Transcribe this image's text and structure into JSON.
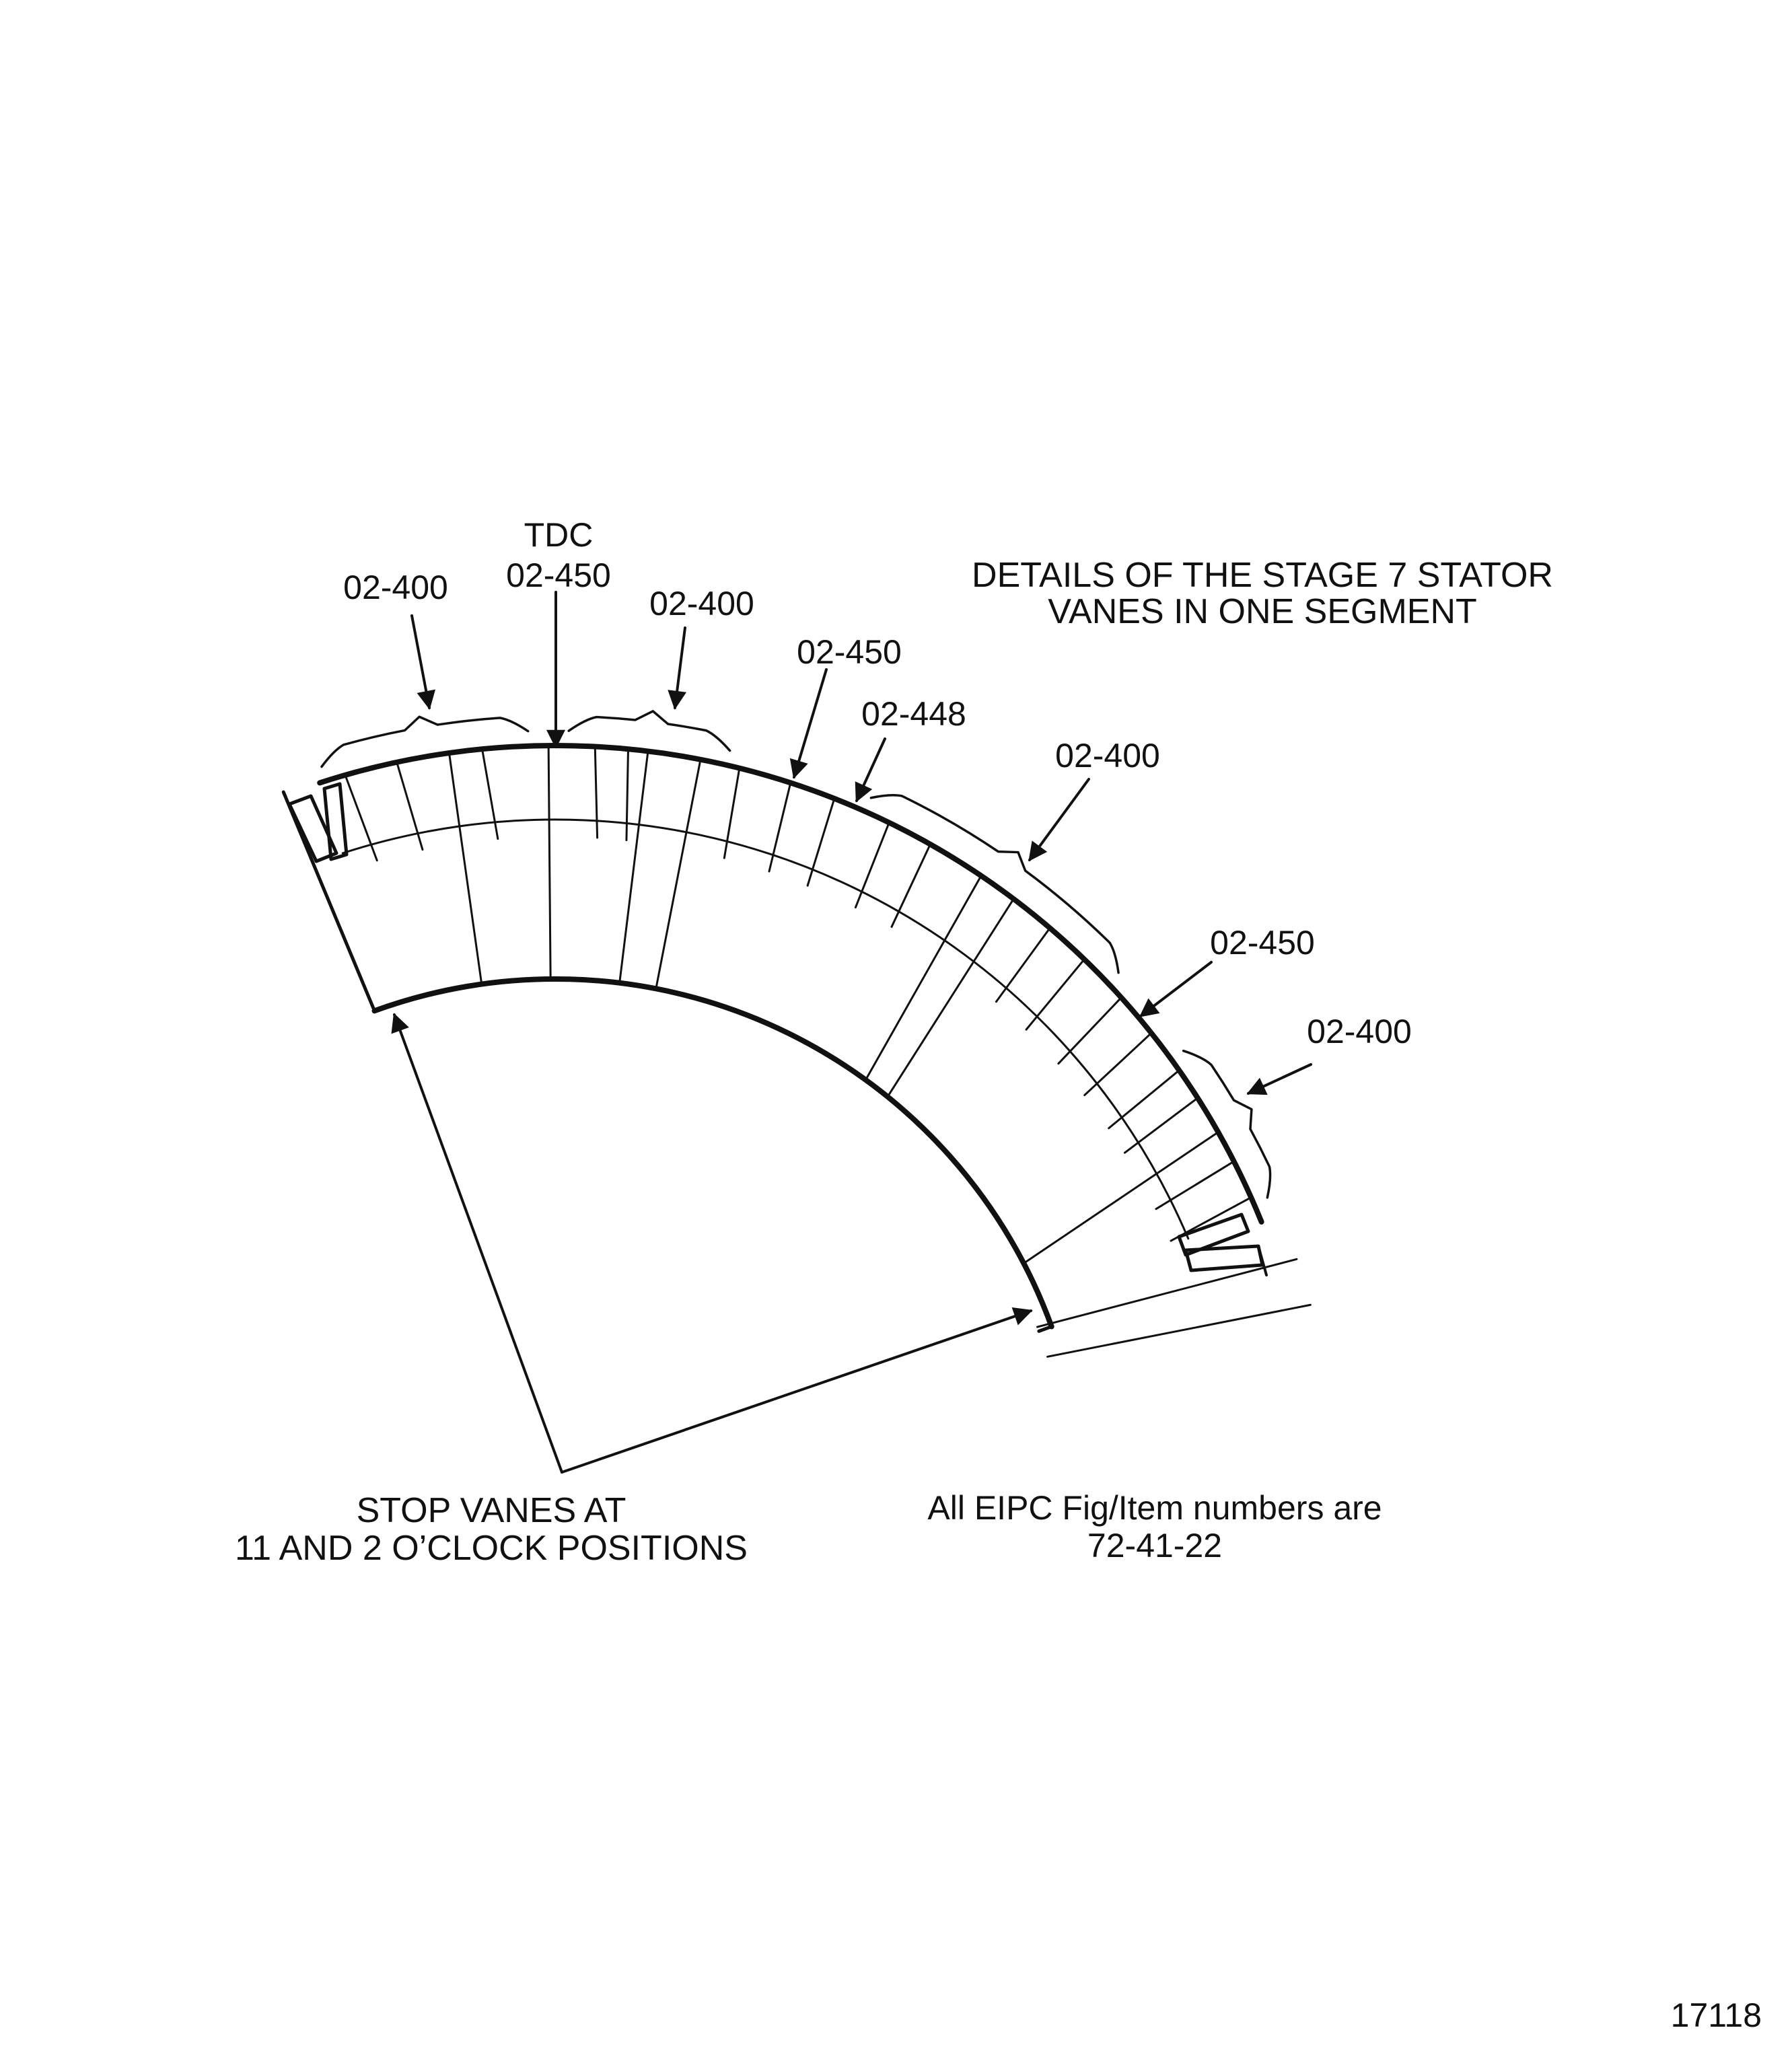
{
  "title": {
    "line1": "DETAILS OF THE STAGE 7 STATOR",
    "line2": "VANES IN ONE SEGMENT"
  },
  "tdc_label": "TDC",
  "callouts": [
    {
      "id": "c1",
      "text": "02-400"
    },
    {
      "id": "c2",
      "text": "02-450"
    },
    {
      "id": "c3",
      "text": "02-400"
    },
    {
      "id": "c4",
      "text": "02-450"
    },
    {
      "id": "c5",
      "text": "02-448"
    },
    {
      "id": "c6",
      "text": "02-400"
    },
    {
      "id": "c7",
      "text": "02-450"
    },
    {
      "id": "c8",
      "text": "02-400"
    }
  ],
  "stop_note": {
    "line1": "STOP VANES AT",
    "line2": "11 AND 2 O’CLOCK POSITIONS"
  },
  "eipc_note": {
    "line1": "All EIPC Fig/Item numbers are",
    "line2": "72-41-22"
  },
  "figure_number": "17118",
  "colors": {
    "ink": "#111111",
    "paper": "#ffffff"
  }
}
